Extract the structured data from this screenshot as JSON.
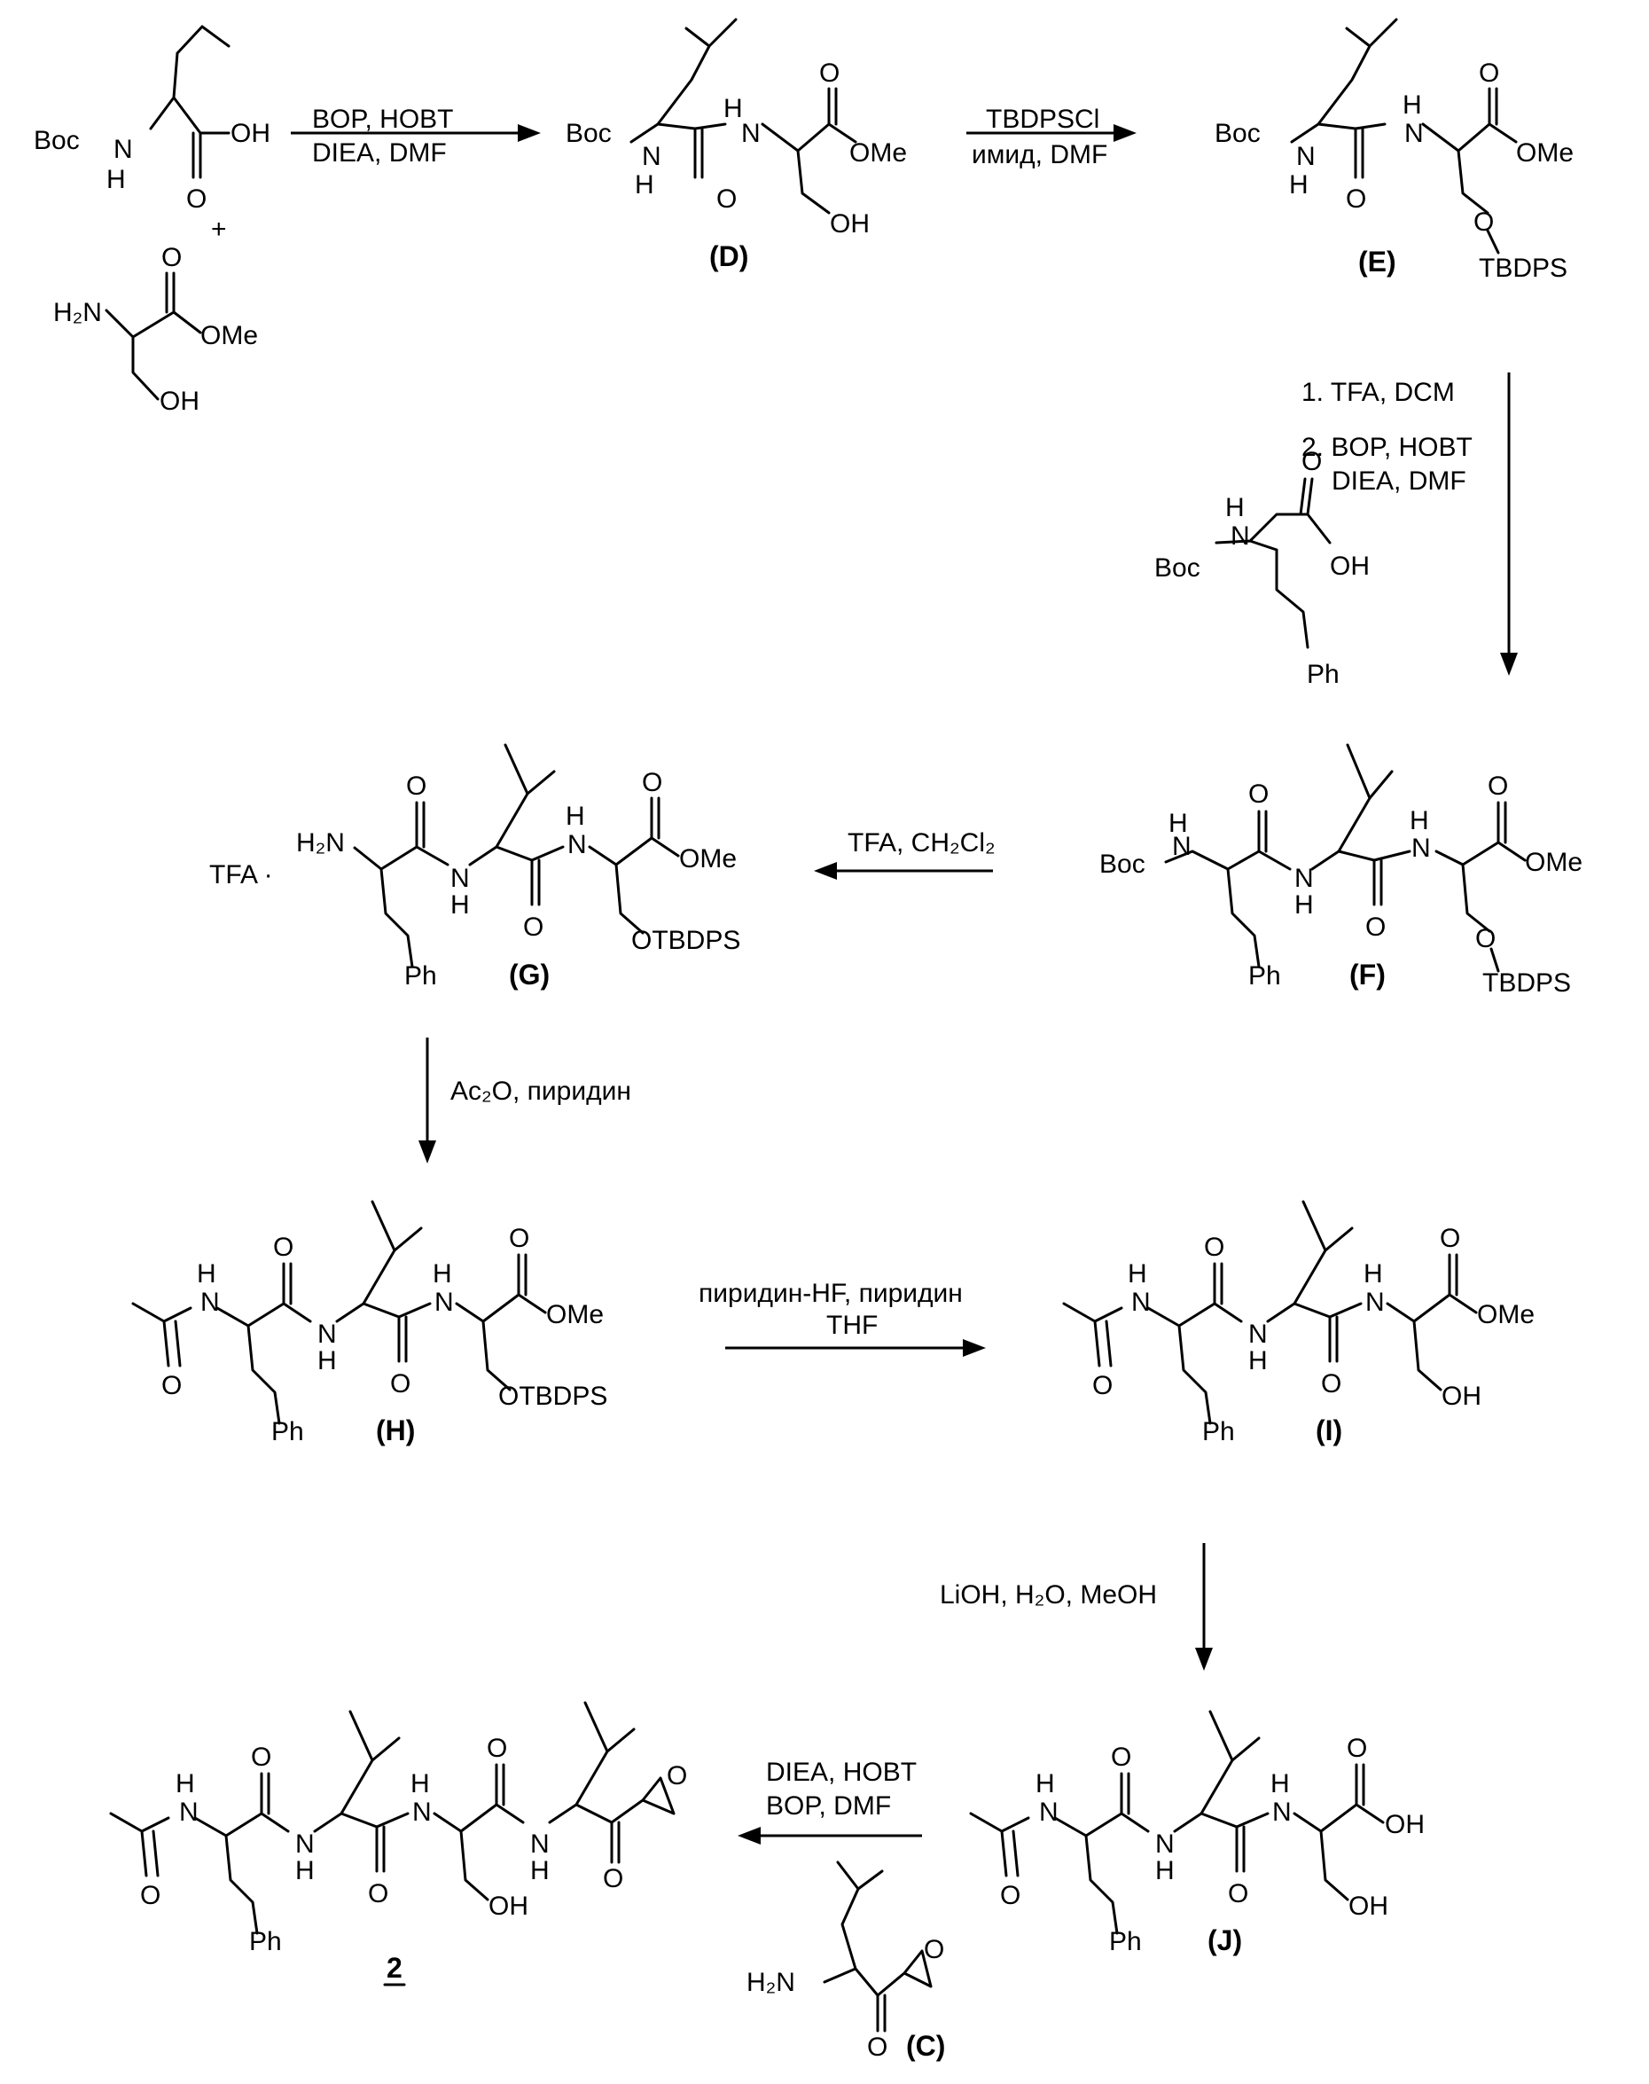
{
  "atoms": {
    "boc": "Boc",
    "nh_n": "N",
    "nh_h": "H",
    "o": "O",
    "oh": "OH",
    "ome": "OMe",
    "h2n": "H₂N",
    "h2n_c": "H₂N",
    "otbdps": "OTBDPS",
    "tbdps": "TBDPS",
    "ph": "Ph",
    "tfa_salt": "TFA ·"
  },
  "step1": {
    "line1": "BOP, HOBT",
    "line2": "DIEA, DMF"
  },
  "step2": {
    "line1": "TBDPSCl",
    "line2": "имид, DMF"
  },
  "step3": {
    "line1": "1. TFA, DCM",
    "line2": "2. BOP, HOBT",
    "line3": "DIEA, DMF"
  },
  "step4": {
    "line1": "TFA, CH₂Cl₂"
  },
  "step5": {
    "line1": "Ac₂O, пиридин"
  },
  "step6": {
    "line1": "пиридин-HF, пиридин",
    "line2": "THF"
  },
  "step7": {
    "line1": "LiOH, H₂O, MeOH"
  },
  "step8": {
    "line1": "DIEA, HOBT",
    "line2": "BOP, DMF"
  },
  "plus": "+",
  "labels": {
    "D": "(D)",
    "E": "(E)",
    "F": "(F)",
    "G": "(G)",
    "H": "(H)",
    "I": "(I)",
    "J": "(J)",
    "C": "(C)",
    "product": "2"
  }
}
